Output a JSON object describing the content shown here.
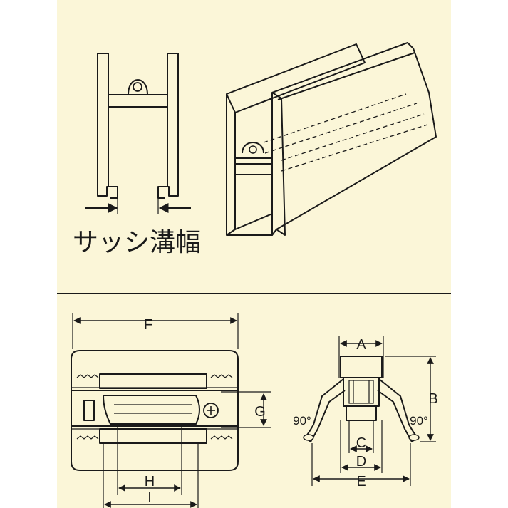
{
  "diagram": {
    "colors": {
      "background": "#fbf6d8",
      "page": "#ffffff",
      "ink": "#1a1a1a"
    },
    "top": {
      "caption": "サッシ溝幅"
    },
    "bottom_left": {
      "dims": {
        "F": "F",
        "G": "G",
        "H": "H",
        "I": "I"
      }
    },
    "bottom_right": {
      "dims": {
        "A": "A",
        "B": "B",
        "C": "C",
        "D": "D",
        "E": "E"
      },
      "angle_left": "90°",
      "angle_right": "90°"
    },
    "icons": [
      "plus-circle-icon",
      "arrow-right-icon",
      "arrow-left-icon"
    ]
  }
}
